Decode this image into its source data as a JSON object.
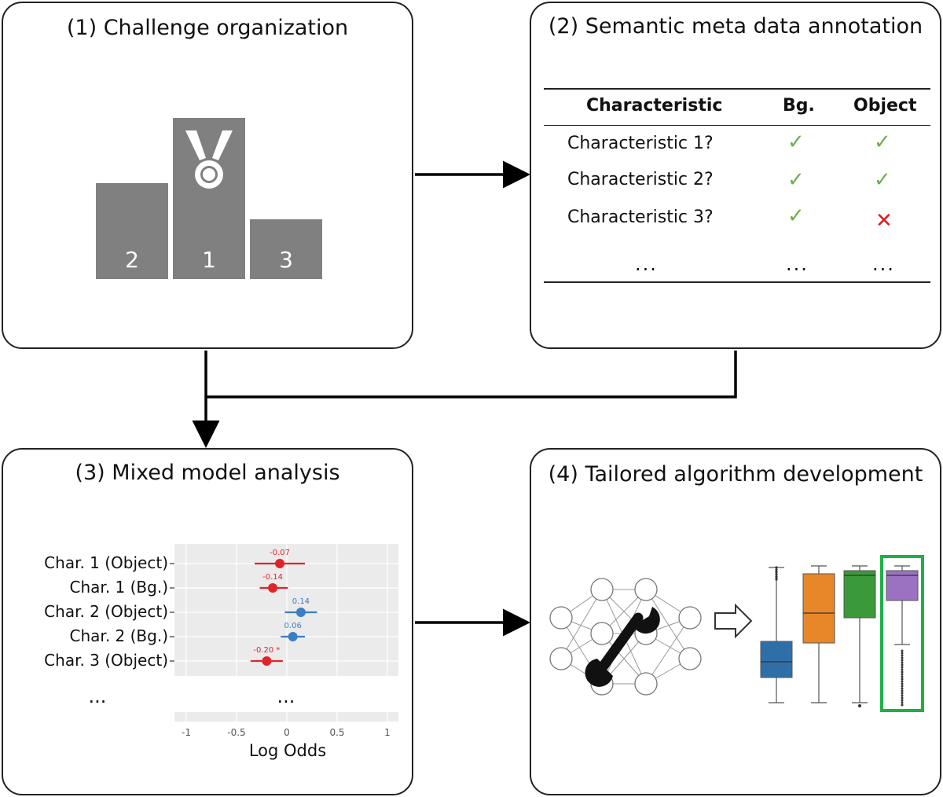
{
  "panels": {
    "p1": {
      "title": "(1) Challenge organization",
      "podium": [
        "2",
        "1",
        "3"
      ]
    },
    "p2": {
      "title": "(2) Semantic meta data annotation",
      "headers": [
        "Characteristic",
        "Bg.",
        "Object"
      ],
      "rows": [
        {
          "label": "Characteristic 1?",
          "bg": "check",
          "object": "check"
        },
        {
          "label": "Characteristic 2?",
          "bg": "check",
          "object": "check"
        },
        {
          "label": "Characteristic 3?",
          "bg": "check",
          "object": "cross"
        }
      ],
      "ellipsis": "..."
    },
    "p3": {
      "title": "(3) Mixed model analysis"
    },
    "p4": {
      "title": "(4) Tailored algorithm development"
    }
  },
  "symbols": {
    "check": "✓",
    "cross": "✕"
  },
  "colors": {
    "positive": "#3a7fc1",
    "negative": "#e0242a",
    "check": "#6ab04c",
    "cross": "#e01b1b",
    "highlight": "#1db045"
  },
  "chart_data": {
    "type": "scatter",
    "title": "",
    "xlabel": "Log Odds",
    "ylabel": "",
    "xlim": [
      -1,
      1
    ],
    "xticks": [
      "-1",
      "-0.5",
      "0",
      "0.5",
      "1"
    ],
    "categories": [
      "Char. 1 (Object)",
      "Char. 1 (Bg.)",
      "Char. 2 (Object)",
      "Char. 2 (Bg.)",
      "Char. 3 (Object)"
    ],
    "values": [
      -0.07,
      -0.14,
      0.14,
      0.06,
      -0.2
    ],
    "ci_low": [
      -0.32,
      -0.27,
      -0.02,
      -0.06,
      -0.36
    ],
    "ci_high": [
      0.18,
      0.01,
      0.3,
      0.18,
      -0.04
    ],
    "value_labels": [
      "-0.07",
      "-0.14",
      "0.14",
      "0.06",
      "-0.20 *"
    ],
    "ellipsis_left": "...",
    "ellipsis_right": "...",
    "grid": true
  },
  "boxplots": [
    {
      "color": "#2f6fa8"
    },
    {
      "color": "#e8872a"
    },
    {
      "color": "#3a9a3a"
    },
    {
      "color": "#9b72c2"
    }
  ]
}
